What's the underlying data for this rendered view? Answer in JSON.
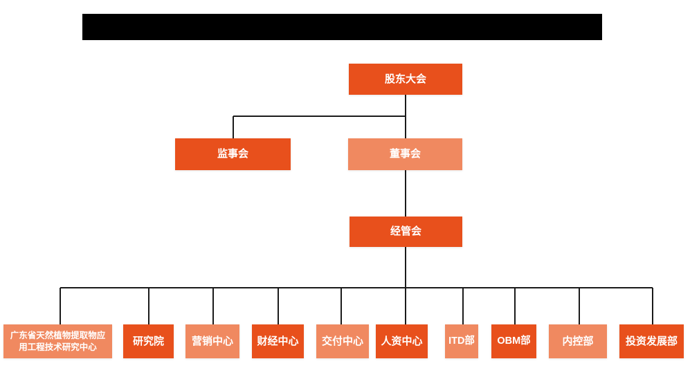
{
  "palette": {
    "dark_orange": "#E8501C",
    "light_orange": "#F08960",
    "connector_line": "#1A1A1A",
    "redacted_bar": "#000000",
    "background": "#FFFFFF",
    "node_text": "#FFFFFF"
  },
  "org": {
    "root": {
      "label": "股东大会",
      "tone": "dark"
    },
    "level2": [
      {
        "label": "监事会",
        "tone": "dark"
      },
      {
        "label": "董事会",
        "tone": "light"
      }
    ],
    "level3": {
      "label": "经管会",
      "tone": "dark"
    },
    "departments": [
      {
        "label": "广东省天然植物提取物应用工程技术研究中心",
        "tone": "light",
        "lines": [
          "广东省天然植物提取物应",
          "用工程技术研究中心"
        ]
      },
      {
        "label": "研究院",
        "tone": "dark"
      },
      {
        "label": "营销中心",
        "tone": "light"
      },
      {
        "label": "财经中心",
        "tone": "dark"
      },
      {
        "label": "交付中心",
        "tone": "light"
      },
      {
        "label": "人资中心",
        "tone": "dark"
      },
      {
        "label": "ITD部",
        "tone": "light"
      },
      {
        "label": "OBM部",
        "tone": "dark"
      },
      {
        "label": "内控部",
        "tone": "light"
      },
      {
        "label": "投资发展部",
        "tone": "dark"
      }
    ]
  }
}
